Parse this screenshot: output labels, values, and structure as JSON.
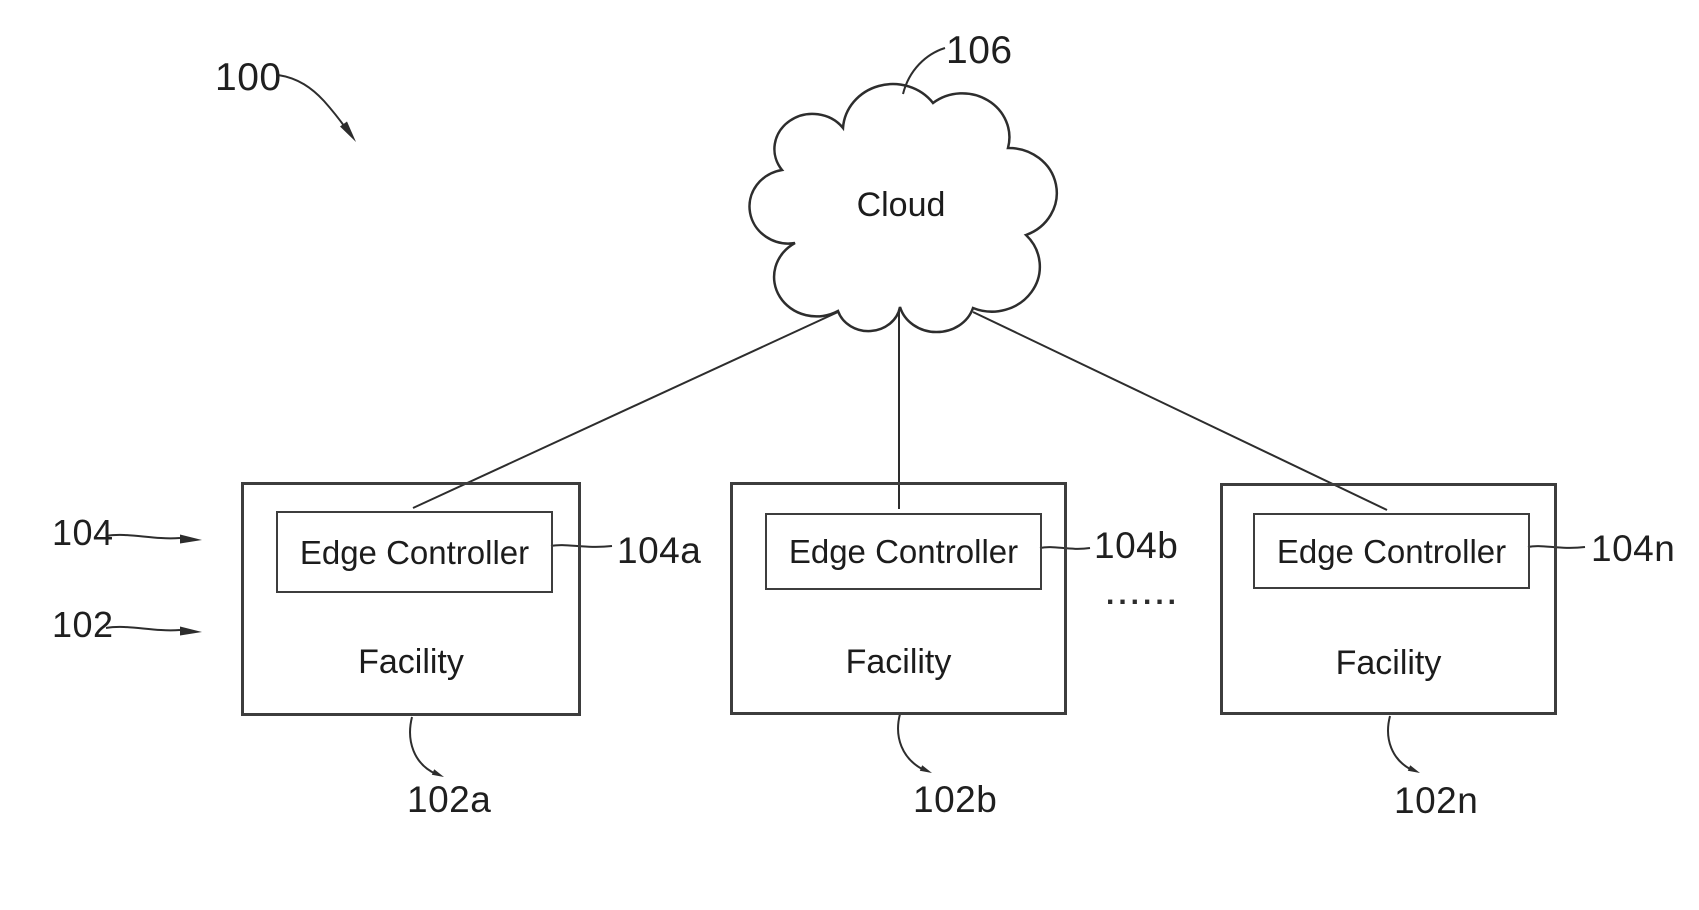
{
  "figure_ref": "100",
  "cloud": {
    "label": "Cloud",
    "ref": "106"
  },
  "group_refs": {
    "edge_controller": "104",
    "facility": "102"
  },
  "ellipsis": "......",
  "facilities": [
    {
      "label": "Facility",
      "ref": "102a",
      "controller_label": "Edge Controller",
      "controller_ref": "104a"
    },
    {
      "label": "Facility",
      "ref": "102b",
      "controller_label": "Edge Controller",
      "controller_ref": "104b"
    },
    {
      "label": "Facility",
      "ref": "102n",
      "controller_label": "Edge Controller",
      "controller_ref": "104n"
    }
  ],
  "colors": {
    "ink": "#2d2d2d",
    "paper": "#ffffff"
  }
}
